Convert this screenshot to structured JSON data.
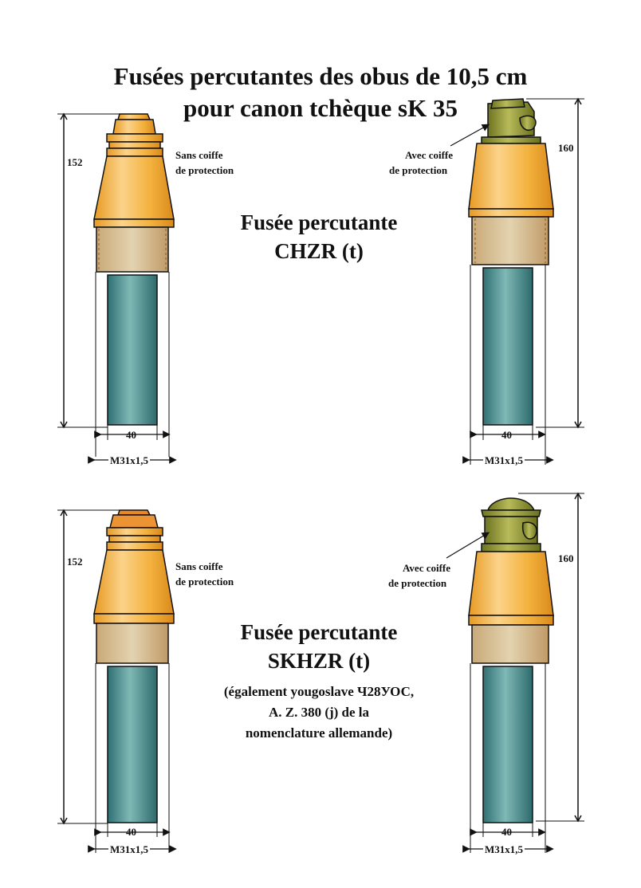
{
  "title": {
    "line1": "Fusées percutantes des obus de 10,5 cm",
    "line2": "pour canon tchèque sK 35"
  },
  "sections": [
    {
      "name_line1": "Fusée percutante",
      "name_line2": "CHZR (t)",
      "left_fuze": {
        "height": "152",
        "width": "40",
        "thread": "M31x1,5",
        "cap_label_line1": "Sans coiffe",
        "cap_label_line2": "de protection"
      },
      "right_fuze": {
        "height": "160",
        "width": "40",
        "thread": "M31x1,5",
        "cap_label_line1": "Avec coiffe",
        "cap_label_line2": "de protection"
      }
    },
    {
      "name_line1": "Fusée percutante",
      "name_line2": "SKHZR (t)",
      "note_line1": "(également yougoslave Ч28УОС,",
      "note_line2": "A. Z. 380 (j) de la",
      "note_line3": "nomenclature allemande)",
      "left_fuze": {
        "height": "152",
        "width": "40",
        "thread": "M31x1,5",
        "cap_label_line1": "Sans coiffe",
        "cap_label_line2": "de protection"
      },
      "right_fuze": {
        "height": "160",
        "width": "40",
        "thread": "M31x1,5",
        "cap_label_line1": "Avec coiffe",
        "cap_label_line2": "de protection"
      }
    }
  ],
  "colors": {
    "fuze_body": "#f4b23e",
    "fuze_body_highlight": "#fad488",
    "thread_band": "#d8c49a",
    "shank": "#3f8b8c",
    "shank_highlight": "#7fb9b6",
    "cap": "#8a8f2e",
    "cap_highlight": "#b8bb5a",
    "outline": "#111111"
  }
}
